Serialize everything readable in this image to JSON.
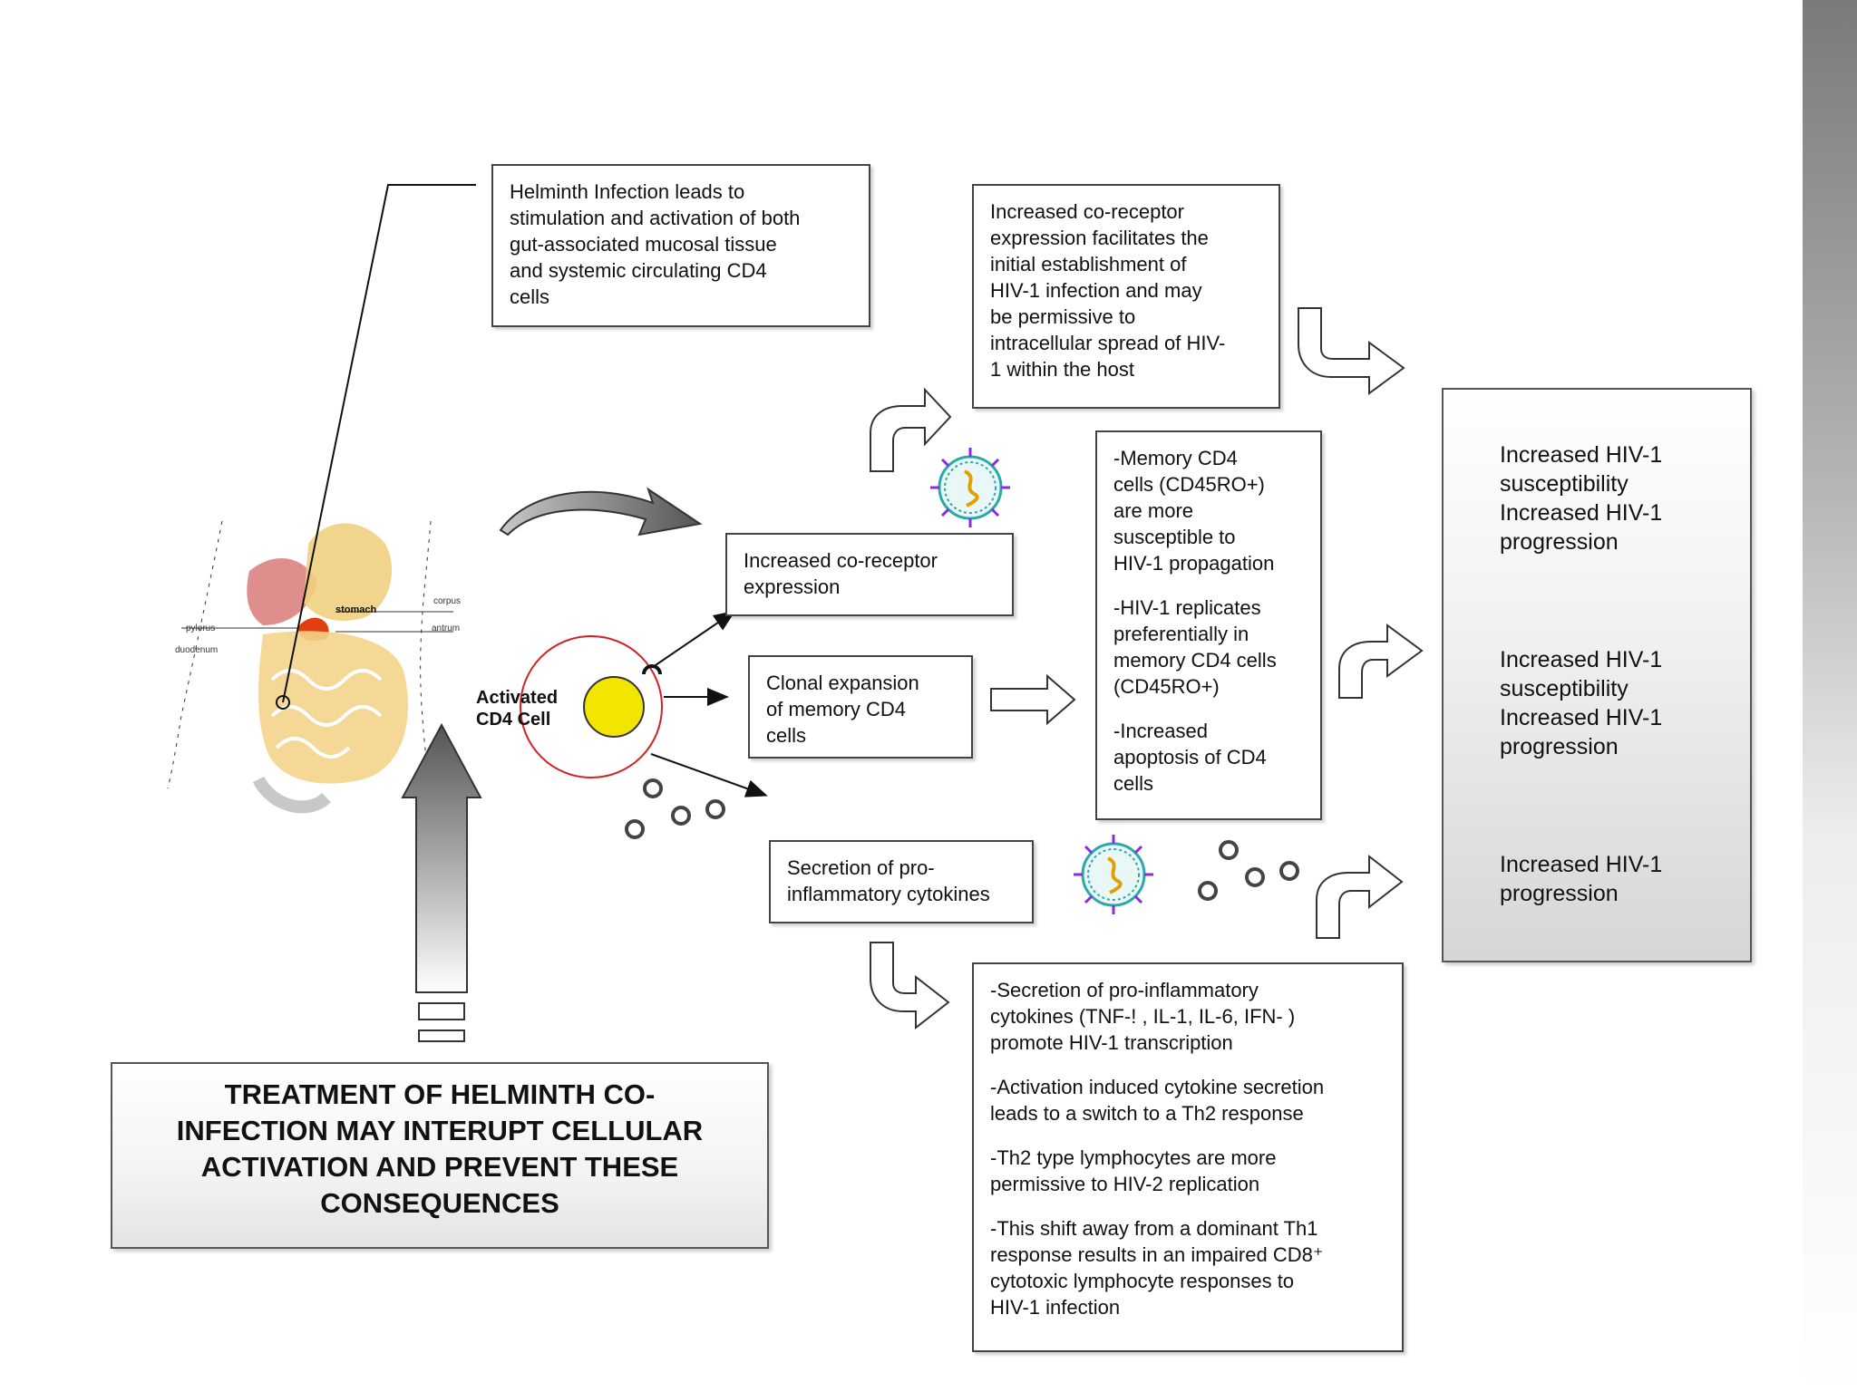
{
  "helminth_box": {
    "lines": [
      "Helminth Infection leads to",
      "stimulation and activation of both",
      "gut-associated mucosal tissue",
      "and systemic circulating CD4",
      "cells"
    ]
  },
  "coreceptor_effect_box": {
    "lines": [
      "Increased co-receptor",
      "expression facilitates the",
      "initial establishment of",
      "HIV-1 infection and may",
      "be permissive to",
      "intracellular spread of HIV-",
      "1 within the host"
    ]
  },
  "coreceptor_box": {
    "lines": [
      "Increased co-receptor",
      "expression"
    ]
  },
  "clonal_box": {
    "lines": [
      "Clonal expansion",
      "of memory CD4",
      "cells"
    ]
  },
  "secretion_box": {
    "lines": [
      "Secretion of pro-",
      "inflammatory cytokines"
    ]
  },
  "memory_box": {
    "bullets": [
      [
        "-Memory CD4",
        "cells (CD45RO+)",
        "are more",
        "susceptible to",
        "HIV-1 propagation"
      ],
      [
        "-HIV-1 replicates",
        "preferentially in",
        "memory CD4 cells",
        "(CD45RO+)"
      ],
      [
        "-Increased",
        "apoptosis of CD4",
        "cells"
      ]
    ]
  },
  "cytokine_box": {
    "bullets": [
      [
        "-Secretion of pro-inflammatory",
        "cytokines (TNF-! , IL-1, IL-6, IFN- )",
        "promote HIV-1 transcription"
      ],
      [
        "-Activation induced cytokine secretion",
        "leads to a switch to a Th2 response"
      ],
      [
        "-Th2 type lymphocytes are more",
        "permissive to HIV-2 replication"
      ],
      [
        "-This shift away from a dominant Th1",
        "response results in an impaired CD8⁺",
        "cytotoxic lymphocyte responses to",
        "HIV-1 infection"
      ]
    ]
  },
  "outcomes": [
    [
      "Increased HIV-1",
      "susceptibility",
      "Increased HIV-1",
      "progression"
    ],
    [
      "Increased HIV-1",
      "susceptibility",
      "Increased HIV-1",
      "progression"
    ],
    [
      "Increased HIV-1",
      "progression"
    ]
  ],
  "treatment_box": {
    "lines": [
      "TREATMENT OF HELMINTH CO-",
      "INFECTION MAY INTERUPT CELLULAR",
      "ACTIVATION AND PREVENT THESE",
      "CONSEQUENCES"
    ]
  },
  "cell_label": {
    "line1": "Activated",
    "line2": "CD4 Cell"
  },
  "anatomy_labels": {
    "stomach": "stomach",
    "pylorus": "pylorus",
    "duodenum": "duodenum",
    "corpus": "corpus",
    "antrum": "antrum"
  },
  "colors": {
    "cell_nucleus": "#f2e600",
    "cell_membrane": "#d42020",
    "virus_spike": "#8a2be2",
    "virus_envelope": "#2aa9a9"
  }
}
